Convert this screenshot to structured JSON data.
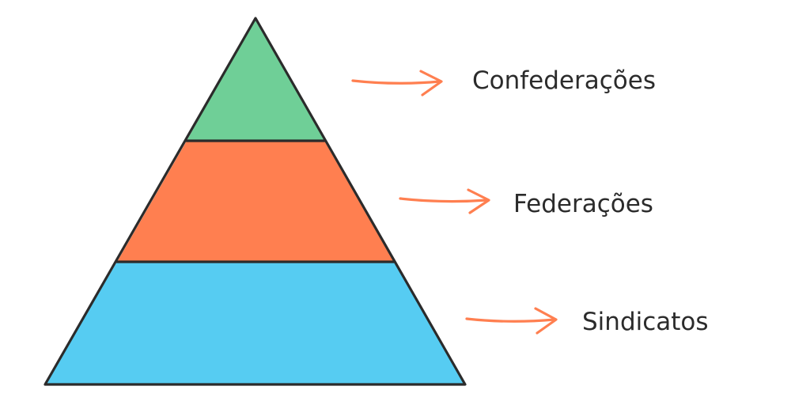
{
  "colors": {
    "top_tier": "#6fcf97",
    "middle_tier": "#ff7f50",
    "bottom_tier": "#56ccf2",
    "arrow": "#ff7f50",
    "outline": "#2b2b2b",
    "text": "#2b2b2b"
  },
  "tiers": [
    {
      "label": "Confederações"
    },
    {
      "label": "Federações"
    },
    {
      "label": "Sindicatos"
    }
  ]
}
